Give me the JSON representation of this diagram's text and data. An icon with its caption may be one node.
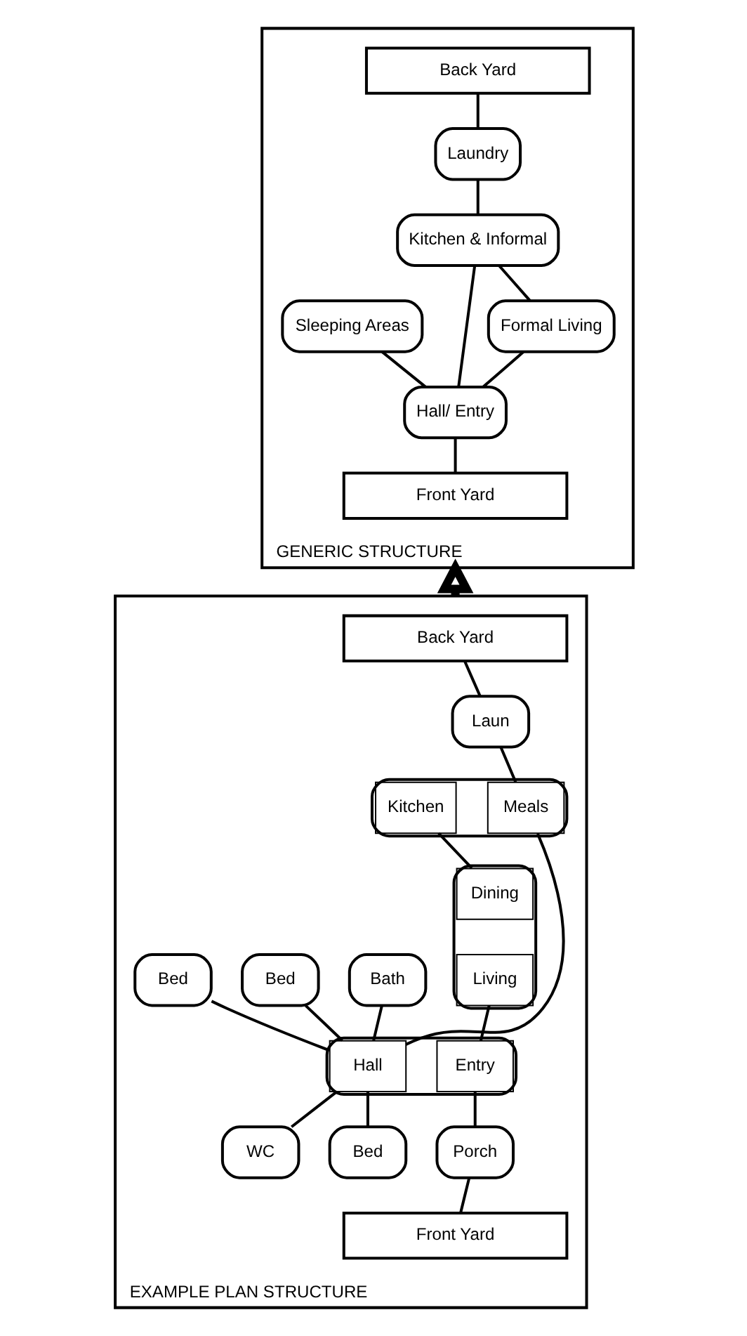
{
  "diagram": {
    "nodes": [
      {
        "text": [
          "GENERIC STRUCTURE"
        ]
      },
      {
        "text": [
          "Back Yard"
        ],
        "in": 0
      },
      {
        "text": [
          "Laundry"
        ],
        "in": 0
      },
      {
        "text": [
          "Kitchen & Informal"
        ],
        "in": 0
      },
      {
        "text": [
          "Sleeping Areas"
        ],
        "in": 0
      },
      {
        "text": [
          "Formal Living"
        ],
        "in": 0
      },
      {
        "text": [
          "Hall/ Entry"
        ],
        "in": 0
      },
      {
        "text": [
          "Front Yard"
        ],
        "in": 0
      },
      {
        "text": [
          "EXAMPLE PLAN STRUCTURE"
        ]
      },
      {
        "text": [
          "Back Yard"
        ],
        "in": 8
      },
      {
        "text": [
          "Laun"
        ],
        "in": 8
      },
      {
        "text": [],
        "shape": "box",
        "in": 8
      },
      {
        "text": [
          "Kitchen"
        ],
        "in": 11
      },
      {
        "text": [
          "Meals"
        ],
        "in": 11
      },
      {
        "text": [],
        "shape": "box",
        "in": 8
      },
      {
        "text": [
          "Dining"
        ],
        "in": 14
      },
      {
        "text": [
          "Living"
        ],
        "in": 14
      },
      {
        "text": [
          "Bed"
        ],
        "in": 8
      },
      {
        "text": [
          "Bed"
        ],
        "in": 8
      },
      {
        "text": [
          "Bath"
        ],
        "in": 8
      },
      {
        "text": [],
        "shape": "box",
        "in": 8
      },
      {
        "text": [
          "Entry"
        ],
        "in": 20
      },
      {
        "text": [
          "Hall"
        ],
        "in": 20
      },
      {
        "text": [
          "WC"
        ],
        "in": 8
      },
      {
        "text": [
          "Bed"
        ],
        "in": 8
      },
      {
        "text": [
          "Porch"
        ],
        "in": 8
      },
      {
        "text": [
          "Front Yard"
        ],
        "in": 8
      }
    ],
    "edges": [
      {
        "from": 1,
        "to": 2,
        "arrow": "none"
      },
      {
        "from": 2,
        "to": 3,
        "arrow": "none"
      },
      {
        "from": 3,
        "to": 5,
        "arrow": "none"
      },
      {
        "from": 3,
        "to": 6,
        "arrow": "none"
      },
      {
        "from": 5,
        "to": 6,
        "arrow": "none"
      },
      {
        "from": 4,
        "to": 6,
        "arrow": "none"
      },
      {
        "from": 6,
        "to": 7,
        "arrow": "none"
      },
      {
        "from": 8,
        "to": 0,
        "arrow": "to",
        "style": "thick"
      },
      {
        "from": 9,
        "to": 10,
        "arrow": "none"
      },
      {
        "from": 10,
        "to": 13,
        "arrow": "none"
      },
      {
        "from": 12,
        "to": 15,
        "arrow": "none"
      },
      {
        "from": 13,
        "to": 22,
        "arrow": "none"
      },
      {
        "from": 16,
        "to": 21,
        "arrow": "none"
      },
      {
        "from": 22,
        "to": 17,
        "arrow": "none"
      },
      {
        "from": 22,
        "to": 18,
        "arrow": "none"
      },
      {
        "from": 22,
        "to": 19,
        "arrow": "none"
      },
      {
        "from": 22,
        "to": 23,
        "arrow": "none"
      },
      {
        "from": 22,
        "to": 24,
        "arrow": "none"
      },
      {
        "from": 21,
        "to": 25,
        "arrow": "none"
      },
      {
        "from": 25,
        "to": 26,
        "arrow": "none"
      }
    ]
  }
}
